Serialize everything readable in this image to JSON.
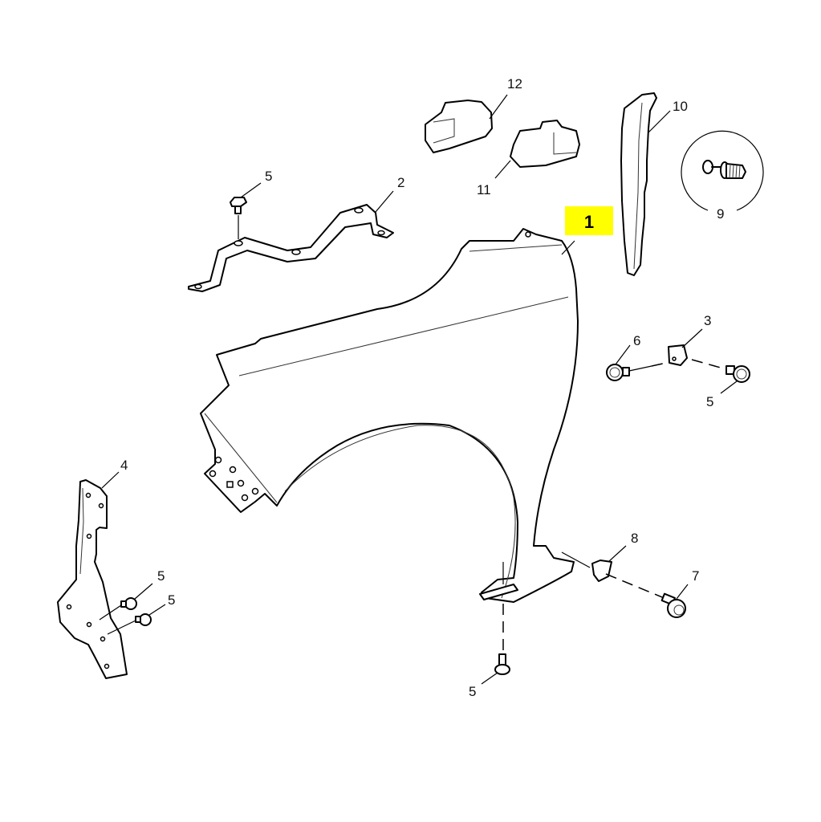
{
  "diagram": {
    "type": "exploded parts diagram",
    "subject": "front fender assembly",
    "highlight_color": "#ffff00",
    "highlighted_part": "1"
  },
  "labels": {
    "p1": "1",
    "p2": "2",
    "p3": "3",
    "p4": "4",
    "p5_top": "5",
    "p5_right": "5",
    "p5_left_a": "5",
    "p5_left_b": "5",
    "p5_bottom": "5",
    "p6": "6",
    "p7": "7",
    "p8": "8",
    "p9": "9",
    "p10": "10",
    "p11": "11",
    "p12": "12"
  },
  "parts": [
    {
      "number": "1",
      "name": "fender",
      "highlighted": true
    },
    {
      "number": "2",
      "name": "support bracket"
    },
    {
      "number": "3",
      "name": "clip nut"
    },
    {
      "number": "4",
      "name": "lower bracket"
    },
    {
      "number": "5",
      "name": "bolt",
      "count_in_view": 5
    },
    {
      "number": "6",
      "name": "bolt"
    },
    {
      "number": "7",
      "name": "bolt"
    },
    {
      "number": "8",
      "name": "clip nut"
    },
    {
      "number": "9",
      "name": "push fastener (detail circle)"
    },
    {
      "number": "10",
      "name": "insulator strip"
    },
    {
      "number": "11",
      "name": "foam block"
    },
    {
      "number": "12",
      "name": "foam block"
    }
  ]
}
